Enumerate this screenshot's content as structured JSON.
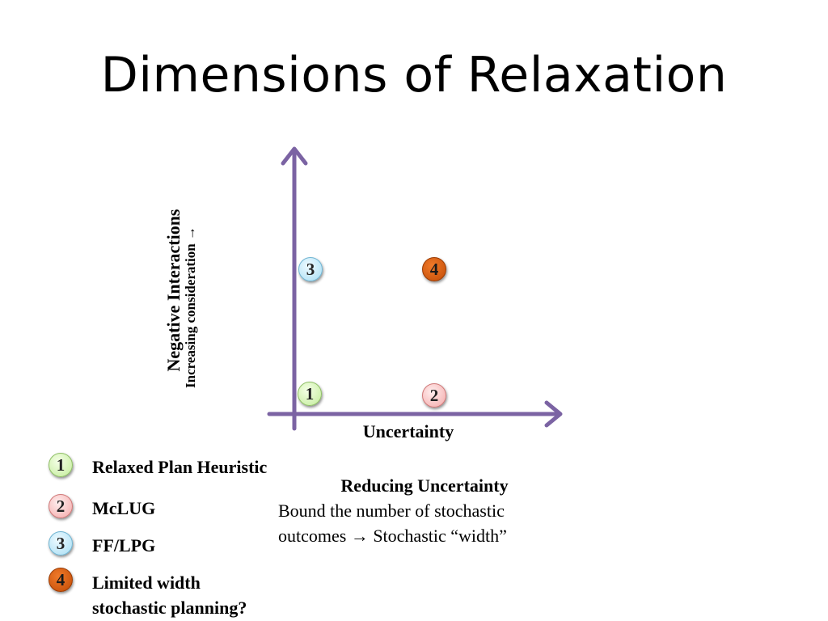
{
  "slide": {
    "title": "Dimensions of Relaxation"
  },
  "diagram": {
    "y_axis_label": "Negative Interactions",
    "y_side_note": "Increasing consideration →",
    "x_axis_label": "Uncertainty",
    "axis_color": "#7b63a3",
    "points": [
      {
        "id": "1",
        "label": "1",
        "color": "light-green"
      },
      {
        "id": "2",
        "label": "2",
        "color": "light-red"
      },
      {
        "id": "3",
        "label": "3",
        "color": "light-blue"
      },
      {
        "id": "4",
        "label": "4",
        "color": "orange"
      }
    ]
  },
  "legend": [
    {
      "number": "1",
      "text": "Relaxed Plan Heuristic"
    },
    {
      "number": "2",
      "text": "McLUG"
    },
    {
      "number": "3",
      "text": "FF/LPG"
    },
    {
      "number": "4",
      "line1": "Limited width",
      "line2": "stochastic planning?"
    }
  ],
  "note": {
    "heading": "Reducing Uncertainty",
    "line1": "Bound the number of stochastic",
    "line2": "outcomes → Stochastic “width”"
  }
}
